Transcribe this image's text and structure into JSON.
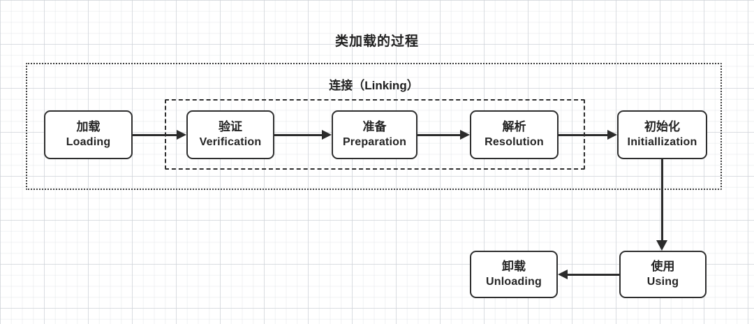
{
  "title": "类加载的过程",
  "linking_group": {
    "label": "连接（Linking）"
  },
  "nodes": {
    "loading": {
      "zh": "加载",
      "en": "Loading"
    },
    "verification": {
      "zh": "验证",
      "en": "Verification"
    },
    "preparation": {
      "zh": "准备",
      "en": "Preparation"
    },
    "resolution": {
      "zh": "解析",
      "en": "Resolution"
    },
    "initialization": {
      "zh": "初始化",
      "en": "Initiallization"
    },
    "using": {
      "zh": "使用",
      "en": "Using"
    },
    "unloading": {
      "zh": "卸载",
      "en": "Unloading"
    }
  },
  "colors": {
    "stroke": "#2b2b2b",
    "node_fill": "#ffffff",
    "grid_major": "#d3d8dc",
    "grid_minor": "#e4e8eb",
    "background": "#ffffff"
  }
}
